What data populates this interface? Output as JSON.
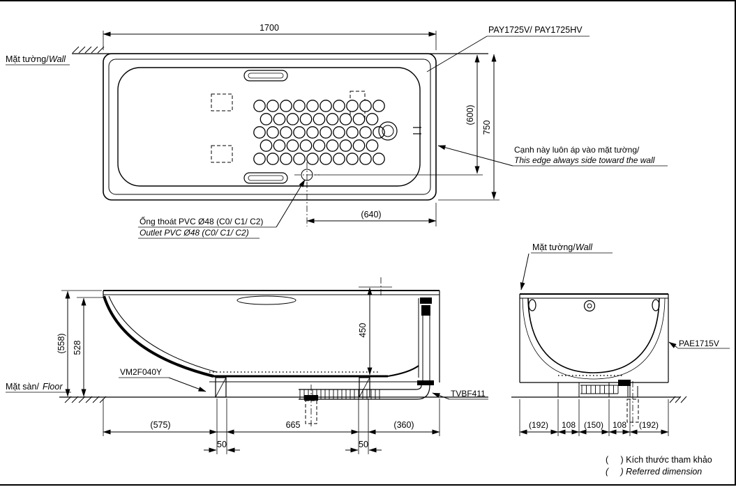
{
  "meta": {
    "ink": "#000000",
    "bg": "#ffffff"
  },
  "top_view": {
    "dim_width": "1700",
    "product_code": "PAY1725V/ PAY1725HV",
    "wall_vi": "Mặt tường/",
    "wall_en": "Wall",
    "dim_depth_ref": "(600)",
    "dim_depth": "750",
    "edge_note_vi": "Cạnh này luôn áp vào mặt tường/",
    "edge_note_en": "This edge always side toward the wall",
    "dim_outlet": "(640)",
    "outlet_vi": "Ống thoát PVC Ø48 (C0/ C1/ C2)",
    "outlet_en": "Outlet PVC Ø48 (C0/ C1/ C2)"
  },
  "side_view": {
    "dim_height_ref": "(558)",
    "dim_height": "528",
    "floor_vi": "Mặt sàn/",
    "floor_en": "Floor",
    "part_hose": "VM2F040Y",
    "dim_inner_depth": "450",
    "part_drain": "TVBF411",
    "dim_left": "(575)",
    "dim_mid": "665",
    "dim_right": "(360)",
    "dim_leg_left": "50",
    "dim_leg_right": "50"
  },
  "end_view": {
    "wall_vi": "Mặt tường/",
    "wall_en": "Wall",
    "part_apron": "PAE1715V",
    "dims": [
      "(192)",
      "108",
      "(150)",
      "108",
      "(192)"
    ]
  },
  "legend": {
    "vi": "(     ) Kích thước tham khảo",
    "en": "(     ) Referred dimension"
  }
}
